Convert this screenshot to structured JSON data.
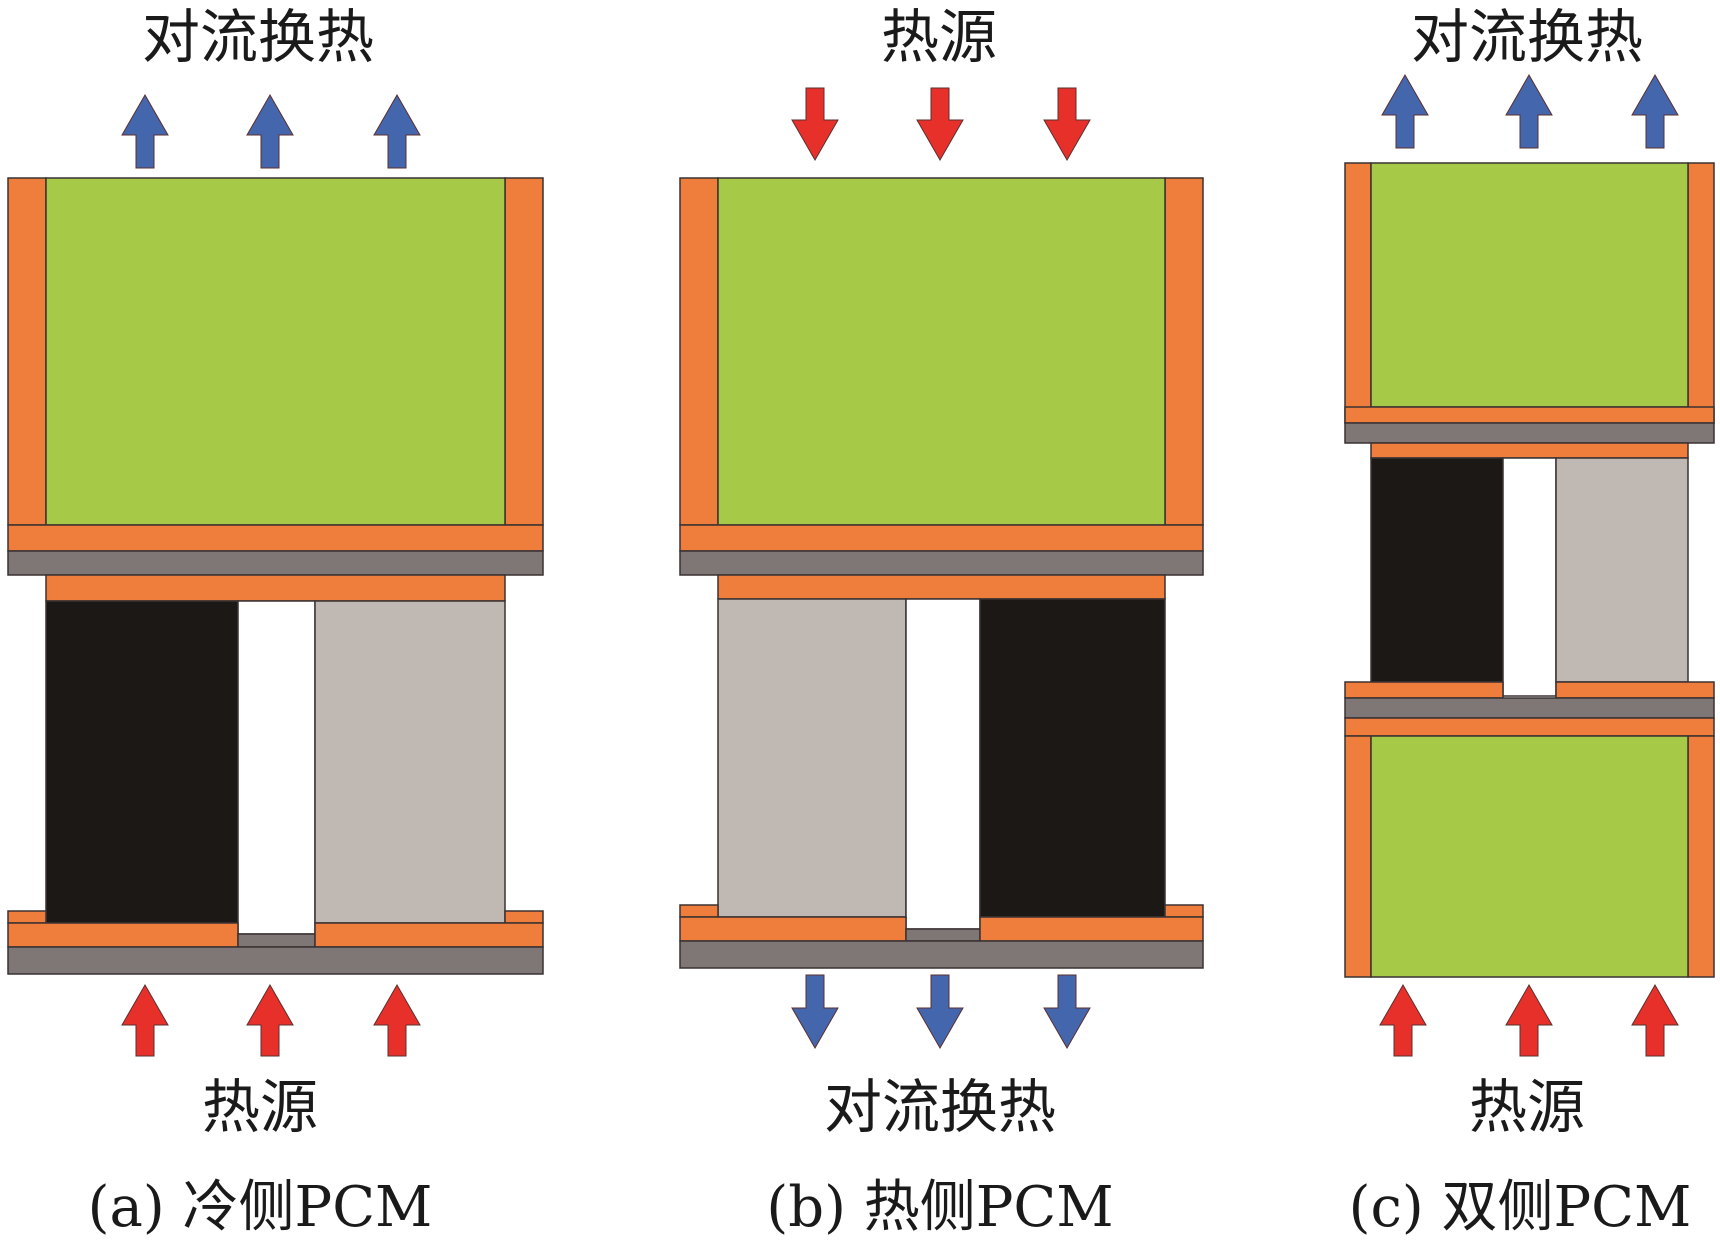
{
  "colors": {
    "pcm": "#a6c948",
    "copper": "#ef7d3c",
    "plate": "#7f7676",
    "teg_n": "#1c1816",
    "teg_p": "#c0b8b3",
    "arrow_heat": "#e8302a",
    "arrow_cool": "#4466ad",
    "outline": "#3a3232"
  },
  "panels": [
    {
      "top_label": "对流换热",
      "bottom_label": "热源",
      "caption_tag": "(a)",
      "caption_text": "冷侧PCM",
      "top_arrow": "blue-up-arrows",
      "bottom_arrow": "red-up-arrows"
    },
    {
      "top_label": "热源",
      "bottom_label": "对流换热",
      "caption_tag": "(b)",
      "caption_text": "热侧PCM",
      "top_arrow": "red-down-arrows",
      "bottom_arrow": "blue-down-arrows"
    },
    {
      "top_label": "对流换热",
      "bottom_label": "热源",
      "caption_tag": "(c)",
      "caption_text": "双侧PCM",
      "top_arrow": "blue-up-arrows",
      "bottom_arrow": "red-up-arrows"
    }
  ]
}
